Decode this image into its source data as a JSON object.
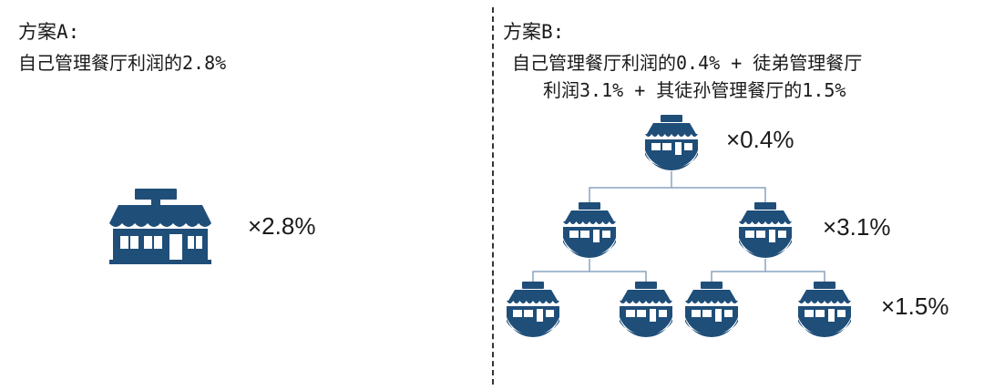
{
  "plan_a": {
    "title": "方案A:",
    "description": "自己管理餐厅利润的2.8%",
    "multiplier": "×2.8%"
  },
  "plan_b": {
    "title": "方案B:",
    "description_line1": "自己管理餐厅利润的0.4% + 徒弟管理餐厅",
    "description_line2": "利润3.1% + 其徒孙管理餐厅的1.5%",
    "level1_multiplier": "×0.4%",
    "level2_multiplier": "×3.1%",
    "level3_multiplier": "×1.5%"
  },
  "colors": {
    "icon": "#1f4e79",
    "connector": "#8aa4c0",
    "divider": "#333333"
  },
  "icons": {
    "restaurant": "storefront-icon",
    "restaurant_round": "round-storefront-icon"
  }
}
